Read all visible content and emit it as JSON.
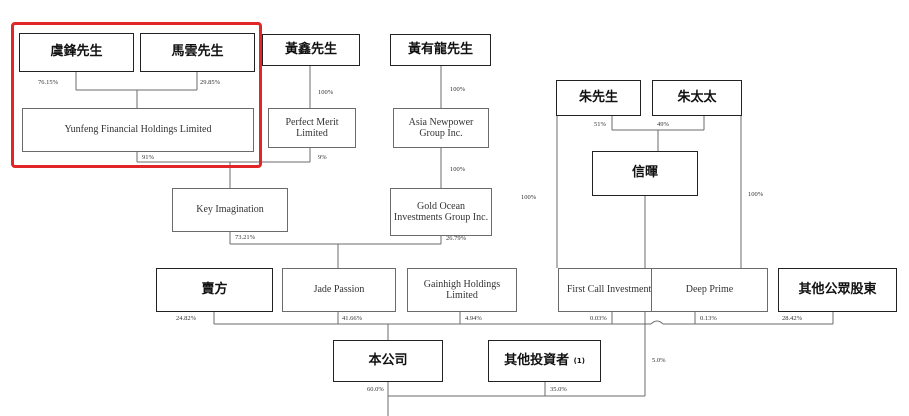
{
  "entities": {
    "yu_feng": "虞鋒先生",
    "ma_yun": "馬雲先生",
    "huang_xin": "黃鑫先生",
    "huang_youlong": "黃有龍先生",
    "zhu_xiansheng": "朱先生",
    "zhu_taitai": "朱太太",
    "yunfeng_financial": "Yunfeng Financial Holdings Limited",
    "perfect_merit": "Perfect Merit Limited",
    "asia_newpower": "Asia Newpower Group Inc.",
    "xinhui": "信暉",
    "key_imagination": "Key Imagination",
    "gold_ocean": "Gold Ocean Investments Group Inc.",
    "maifang": "賣方",
    "jade_passion": "Jade Passion",
    "gainhigh": "Gainhigh Holdings Limited",
    "first_call": "First Call Investments",
    "deep_prime": "Deep Prime",
    "other_public": "其他公眾股東",
    "company": "本公司",
    "other_investors": "其他投資者",
    "other_investors_note": "(1)"
  },
  "percentages": {
    "yu_feng_to_yunfeng": "76.15%",
    "ma_yun_to_yunfeng": "29.85%",
    "huang_xin_to_perfect": "100%",
    "huang_youlong_to_asia": "100%",
    "asia_to_gold": "100%",
    "zhu_xs_to_xinhui": "51%",
    "zhu_tt_to_xinhui": "49%",
    "yunfeng_to_key": "91%",
    "perfect_to_key": "9%",
    "zhu_xs_to_first_call": "100%",
    "zhu_tt_to_deep_prime": "100%",
    "key_to_jade": "73.21%",
    "gold_to_jade": "26.79%",
    "maifang_to_company": "24.82%",
    "jade_to_company": "41.66%",
    "gainhigh_to_company": "4.94%",
    "first_call_to_company": "0.03%",
    "deep_prime_to_company": "0.13%",
    "public_to_company": "28.42%",
    "xinhui_to_bottom": "5.0%",
    "company_to_bottom": "60.0%",
    "investors_to_bottom": "35.0%"
  },
  "colors": {
    "highlight": "#e02626",
    "line": "#6b6b6b"
  }
}
